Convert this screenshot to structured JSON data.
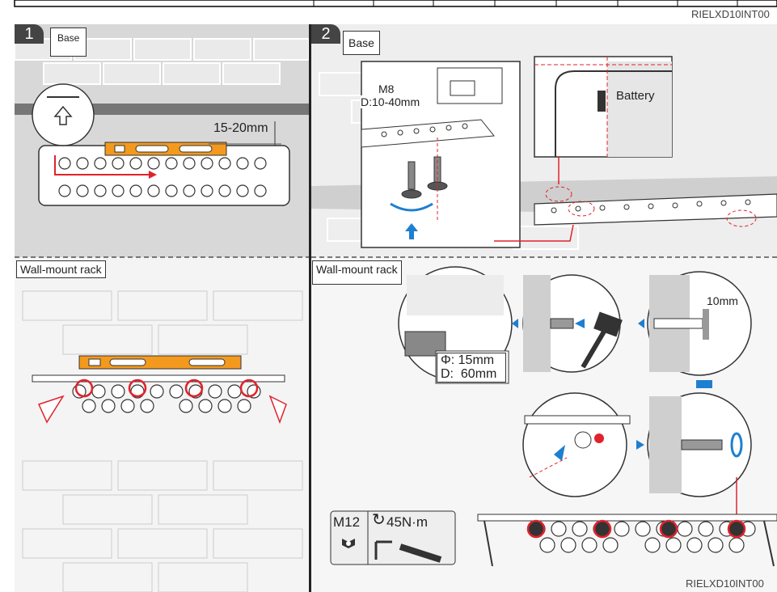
{
  "ref_code_top": "RIELXD10INT00",
  "ref_code_bottom": "RIELXD10INT00",
  "step1": {
    "number": "1",
    "label": "Base",
    "measure": "15-20mm",
    "rack_label": "Wall-mount rack"
  },
  "step2": {
    "number": "2",
    "label": "Base",
    "bolt_size": "M8",
    "bolt_range": "D:10-40mm",
    "battery_label": "Battery",
    "rack_label": "Wall-mount rack",
    "drill_diameter": "Φ: 15mm",
    "drill_depth": "D:  60mm",
    "gap": "10mm",
    "torque_bolt": "M12",
    "torque_value": "45N·m"
  },
  "colors": {
    "accent_red": "#e0222b",
    "arrow_blue": "#1e7fd0",
    "level_orange": "#f39a1e",
    "panel_gray": "#d3d3d3",
    "badge_dark": "#444444"
  }
}
